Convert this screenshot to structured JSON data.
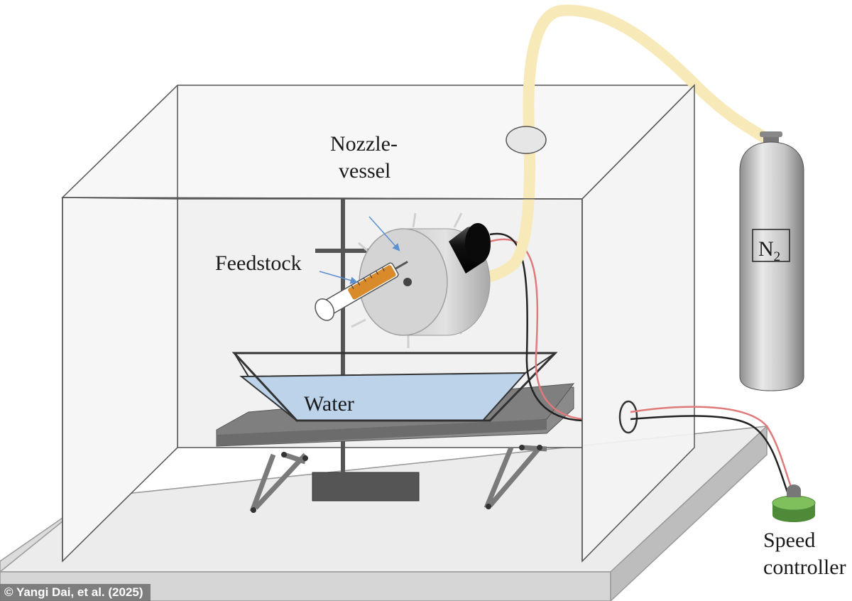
{
  "labels": {
    "nozzle_line1": "Nozzle-",
    "nozzle_line2": "vessel",
    "feedstock": "Feedstock",
    "water": "Water",
    "n2_main": "N",
    "n2_sub": "2",
    "speed_line1": "Speed",
    "speed_line2": "controller"
  },
  "credit": "© Yangi Dai, et al. (2025)",
  "colors": {
    "gas_tube": "#f7e9b8",
    "water": "#bcd3ea",
    "feedstock": "#d98b2b",
    "wire_red": "#e07a7a",
    "wire_black": "#222222",
    "controller": "#5f9a48",
    "arrow": "#5a8fd0"
  }
}
